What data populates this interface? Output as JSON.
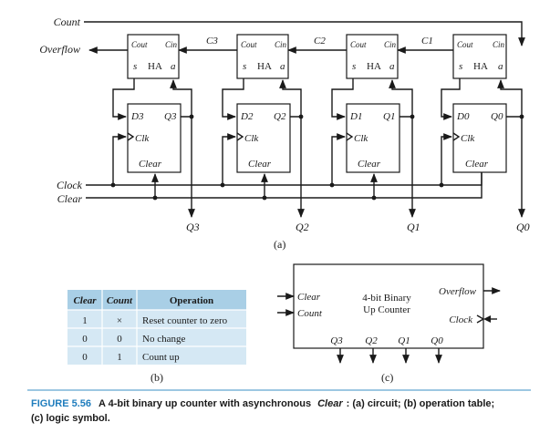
{
  "circuit": {
    "inputs": {
      "count": "Count",
      "clock": "Clock",
      "clear": "Clear"
    },
    "overflow": "Overflow",
    "carries": [
      "C3",
      "C2",
      "C1"
    ],
    "half_adders": [
      {
        "cout": "Cout",
        "cin": "Cin",
        "s": "s",
        "name": "HA",
        "a": "a"
      },
      {
        "cout": "Cout",
        "cin": "Cin",
        "s": "s",
        "name": "HA",
        "a": "a"
      },
      {
        "cout": "Cout",
        "cin": "Cin",
        "s": "s",
        "name": "HA",
        "a": "a"
      },
      {
        "cout": "Cout",
        "cin": "Cin",
        "s": "s",
        "name": "HA",
        "a": "a"
      }
    ],
    "flip_flops": [
      {
        "d": "D3",
        "q": "Q3",
        "clk": "Clk",
        "clear": "Clear"
      },
      {
        "d": "D2",
        "q": "Q2",
        "clk": "Clk",
        "clear": "Clear"
      },
      {
        "d": "D1",
        "q": "Q1",
        "clk": "Clk",
        "clear": "Clear"
      },
      {
        "d": "D0",
        "q": "Q0",
        "clk": "Clk",
        "clear": "Clear"
      }
    ],
    "outputs": [
      "Q3",
      "Q2",
      "Q1",
      "Q0"
    ],
    "label": "(a)"
  },
  "table": {
    "headers": [
      "Clear",
      "Count",
      "Operation"
    ],
    "rows": [
      [
        "1",
        "×",
        "Reset counter to zero"
      ],
      [
        "0",
        "0",
        "No change"
      ],
      [
        "0",
        "1",
        "Count up"
      ]
    ],
    "label": "(b)"
  },
  "symbol": {
    "clear": "Clear",
    "count": "Count",
    "title_line1": "4-bit Binary",
    "title_line2": "Up Counter",
    "overflow": "Overflow",
    "clock": "Clock",
    "outputs": [
      "Q3",
      "Q2",
      "Q1",
      "Q0"
    ],
    "label": "(c)"
  },
  "caption": {
    "figure": "FIGURE 5.56",
    "text": "A 4-bit binary up counter with asynchronous",
    "clear_word": "Clear",
    "text2": ": (a) circuit; (b) operation table;",
    "text3": "(c) logic symbol."
  },
  "colors": {
    "accent": "#1f7dbd",
    "table_header": "#a9cfe6",
    "table_row": "#d5e8f4"
  }
}
